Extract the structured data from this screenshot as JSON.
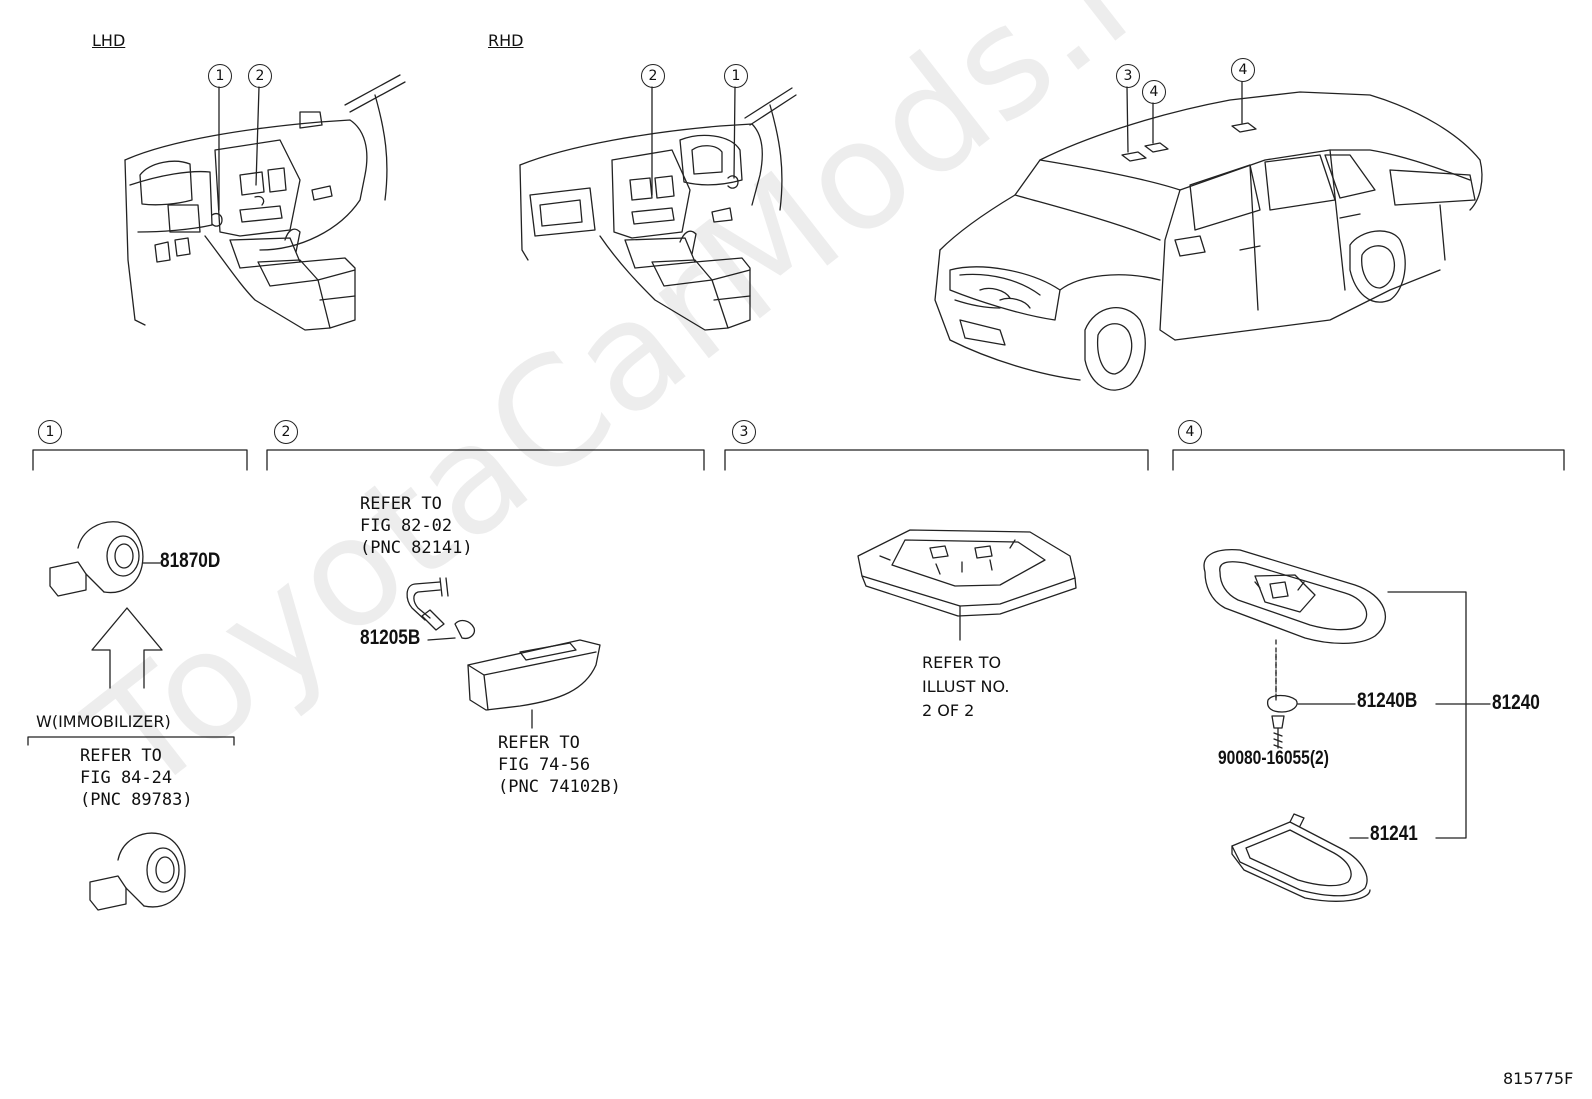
{
  "watermark": "ToyotaCarMods.ru",
  "header": {
    "lhd": "LHD",
    "rhd": "RHD"
  },
  "callouts": {
    "c1": "1",
    "c2": "2",
    "c3": "3",
    "c4": "4"
  },
  "section1": {
    "part": "81870D",
    "option": "W(IMMOBILIZER)",
    "ref_line1": "REFER TO",
    "ref_line2": "FIG 84-24",
    "ref_line3": "(PNC 89783)"
  },
  "section2": {
    "ref_a_line1": "REFER TO",
    "ref_a_line2": "FIG 82-02",
    "ref_a_line3": "(PNC 82141)",
    "part": "81205B",
    "ref_b_line1": "REFER TO",
    "ref_b_line2": "FIG 74-56",
    "ref_b_line3": "(PNC 74102B)"
  },
  "section3": {
    "ref_line1": "REFER TO",
    "ref_line2": "ILLUST NO.",
    "ref_line3": "2 OF 2"
  },
  "section4": {
    "part_bulb": "81240B",
    "part_assy": "81240",
    "part_screw": "90080-16055(2)",
    "part_lens": "81241"
  },
  "figure_code": "815775F"
}
